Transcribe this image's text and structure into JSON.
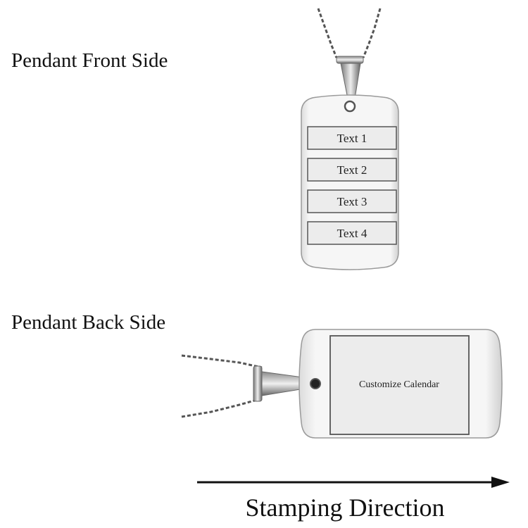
{
  "labels": {
    "front": "Pendant Front Side",
    "back": "Pendant Back Side",
    "direction": "Stamping Direction"
  },
  "front_pendant": {
    "text_fields": [
      "Text 1",
      "Text 2",
      "Text 3",
      "Text 4"
    ]
  },
  "back_pendant": {
    "text_field": "Customize Calendar"
  },
  "colors": {
    "metal": "#f2f2f2",
    "metal_edge": "#9a9a9a",
    "field_fill": "#ececec",
    "field_border": "#555555",
    "arrow": "#111111"
  }
}
